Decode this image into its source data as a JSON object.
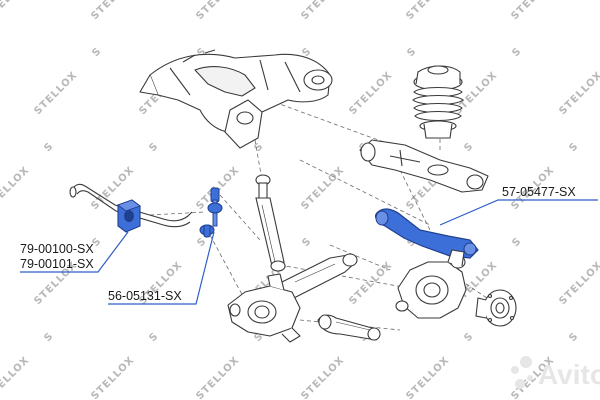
{
  "watermark": {
    "text": "STELLOX"
  },
  "corner_watermark": {
    "text": "Avito"
  },
  "callouts": [
    {
      "id": "57-05477-SX",
      "lines": [
        "57-05477-SX"
      ]
    },
    {
      "id": "79-00100-SX",
      "lines": [
        "79-00100-SX",
        "79-00101-SX"
      ]
    },
    {
      "id": "56-05131-SX",
      "lines": [
        "56-05131-SX"
      ]
    }
  ],
  "colors": {
    "highlight": "#2f5fc6",
    "highlight_fill": "#3d6fd8",
    "outline": "#3a3a3a",
    "dashed": "#6a6a6a",
    "watermark": "#b8b8b8"
  }
}
